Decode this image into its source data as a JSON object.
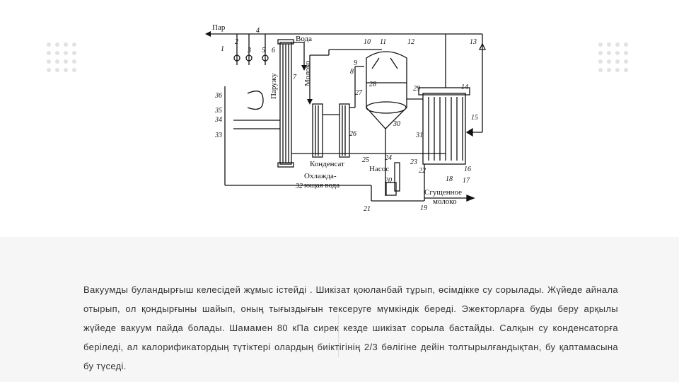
{
  "diagram": {
    "labels": {
      "steam": "Пар",
      "water": "Вода",
      "milk": "Молоко",
      "shell": "Паружу",
      "condensate": "Конденсат",
      "cooling_1": "Охлажда-",
      "cooling_2": "ющая вода",
      "pump": "Насос",
      "condensed_1": "Сгущенное",
      "condensed_2": "молоко"
    },
    "numbers": [
      "1",
      "2",
      "3",
      "4",
      "5",
      "6",
      "7",
      "8",
      "9",
      "10",
      "11",
      "12",
      "13",
      "14",
      "15",
      "16",
      "17",
      "18",
      "19",
      "20",
      "21",
      "22",
      "23",
      "24",
      "25",
      "26",
      "27",
      "28",
      "29",
      "30",
      "31",
      "32",
      "33",
      "34",
      "35",
      "36"
    ]
  },
  "caption": {
    "text": "Вакуумды буландырғыш келесідей жұмыс істейді . Шикізат қоюланбай тұрып, өсімдікке су сорылады. Жүйеде айнала отырып, ол қондырғыны шайып, оның тығыздығын тексеруге мүмкіндік береді. Эжекторларға буды беру арқылы жүйеде вакуум пайда болады. Шамамен 80 кПа сирек кезде шикізат сорыла бастайды. Салқын су конденсаторға беріледі, ал калорификатордың түтіктері олардың биіктігінің 2/3 бөлігіне дейін толтырылғандықтан, бу қаптамасына бу түседі."
  }
}
